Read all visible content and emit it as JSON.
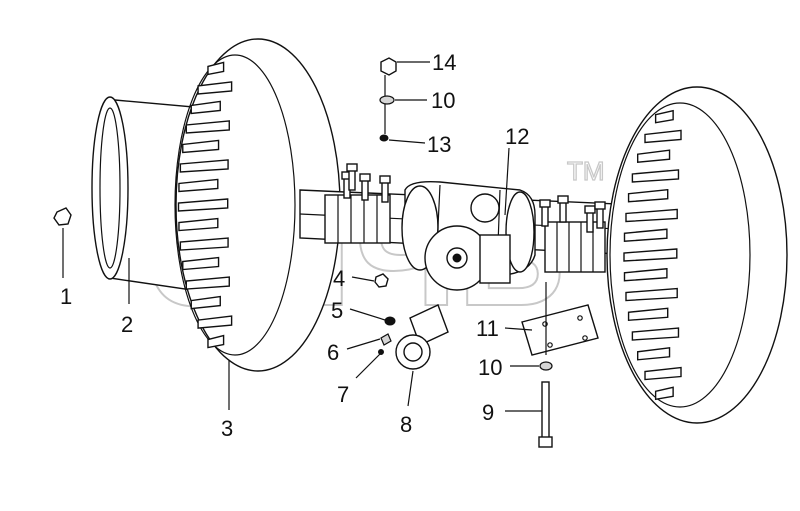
{
  "watermark": {
    "text": "ЗПЧБ",
    "trademark": "TM"
  },
  "callouts": [
    {
      "id": "1",
      "label": "1"
    },
    {
      "id": "2",
      "label": "2"
    },
    {
      "id": "3",
      "label": "3"
    },
    {
      "id": "4",
      "label": "4"
    },
    {
      "id": "5",
      "label": "5"
    },
    {
      "id": "6",
      "label": "6"
    },
    {
      "id": "7",
      "label": "7"
    },
    {
      "id": "8",
      "label": "8"
    },
    {
      "id": "9",
      "label": "9"
    },
    {
      "id": "10a",
      "label": "10"
    },
    {
      "id": "10b",
      "label": "10"
    },
    {
      "id": "11",
      "label": "11"
    },
    {
      "id": "12",
      "label": "12"
    },
    {
      "id": "13",
      "label": "13"
    },
    {
      "id": "14",
      "label": "14"
    }
  ]
}
